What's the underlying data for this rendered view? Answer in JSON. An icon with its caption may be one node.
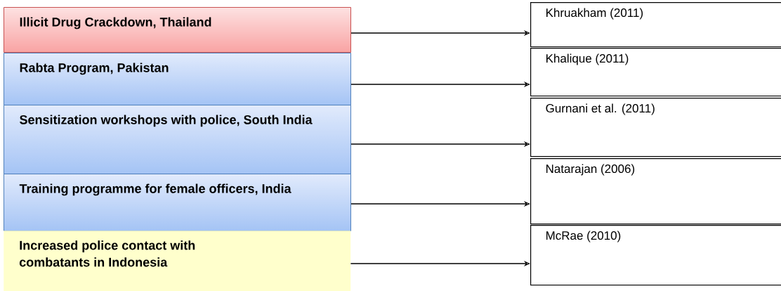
{
  "diagram": {
    "nodes": [
      {
        "text": [
          "Illicit Drug Crackdown, Thailand"
        ]
      },
      {
        "text": [
          "Rabta Program, Pakistan"
        ]
      },
      {
        "text": [
          "Sensitization workshops with police, South India"
        ]
      },
      {
        "text": [
          "Training programme for female officers, India"
        ]
      },
      {
        "text": [
          "Increased police contact with combatants in Indonesia"
        ]
      },
      {
        "text": [
          "Khruakham (2011)"
        ]
      },
      {
        "text": [
          "Khalique (2011)"
        ]
      },
      {
        "text": [
          "Gurnani et al. (2011)"
        ]
      },
      {
        "text": [
          "Natarajan (2006)"
        ]
      },
      {
        "text": [
          "McRae (2010)"
        ]
      }
    ],
    "edges": [
      {
        "from": 0,
        "to": 5,
        "arrow": "to"
      },
      {
        "from": 1,
        "to": 6,
        "arrow": "to"
      },
      {
        "from": 2,
        "to": 7,
        "arrow": "to"
      },
      {
        "from": 3,
        "to": 8,
        "arrow": "to"
      },
      {
        "from": 4,
        "to": 9,
        "arrow": "to"
      }
    ]
  }
}
